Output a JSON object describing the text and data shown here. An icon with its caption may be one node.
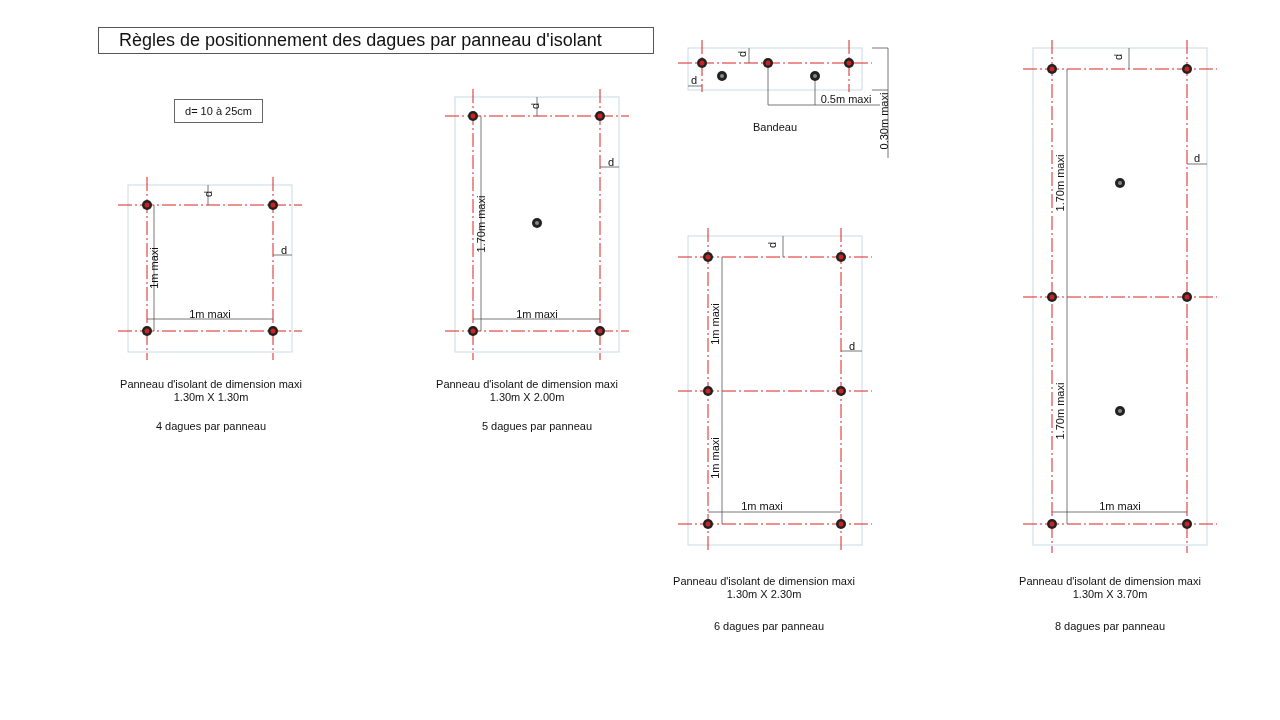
{
  "diagram": {
    "title": "Règles de positionnement des dagues par panneau d'isolant",
    "nodes": [
      {
        "text": [
          "d= 10 à 25cm"
        ]
      }
    ],
    "labels": [
      "d",
      "d",
      "1m maxi",
      "1m maxi",
      "Panneau d'isolant de dimension maxi 1.30m X 1.30m",
      "4 dagues par panneau",
      "d",
      "d",
      "1.70m maxi",
      "1m maxi",
      "Panneau d'isolant de dimension maxi 1.30m X 2.00m",
      "5 dagues par panneau",
      "d",
      "d",
      "0.5m maxi",
      "0.30m maxi",
      "Bandeau",
      "d",
      "d",
      "1m maxi",
      "1m maxi",
      "1m maxi",
      "Panneau d'isolant de dimension maxi 1.30m X 2.30m",
      "6 dagues par panneau",
      "d",
      "d",
      "1.70m maxi",
      "1.70m maxi",
      "1m maxi",
      "Panneau d'isolant de dimension maxi 1.30m X 3.70m",
      "8 dagues par panneau"
    ]
  }
}
